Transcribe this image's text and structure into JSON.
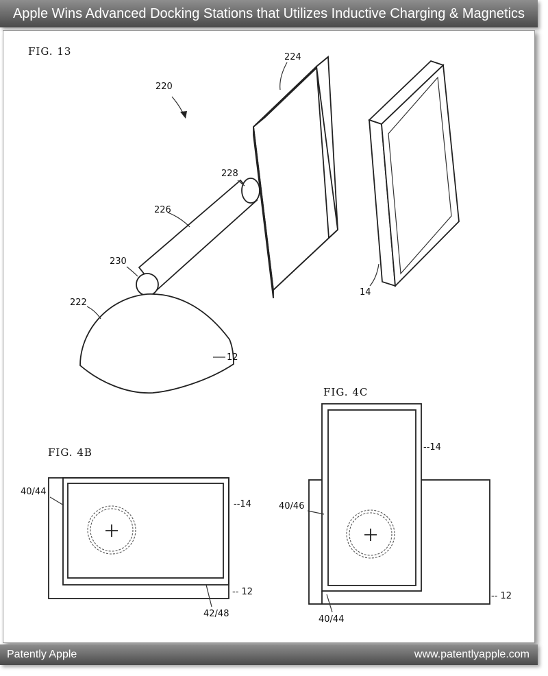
{
  "header": {
    "title": "Apple Wins Advanced Docking Stations that Utilizes Inductive Charging & Magnetics"
  },
  "footer": {
    "left": "Patently Apple",
    "right": "www.patentlyapple.com"
  },
  "fig13": {
    "title": "FIG. 13",
    "labels": {
      "l220": "220",
      "l224": "224",
      "l228": "228",
      "l226": "226",
      "l230": "230",
      "l222": "222",
      "l12": "12",
      "l14": "14"
    }
  },
  "fig4b": {
    "title": "FIG. 4B",
    "labels": {
      "l4044": "40/44",
      "l14": "--14",
      "l12": "-- 12",
      "l4248": "42/48"
    }
  },
  "fig4c": {
    "title": "FIG. 4C",
    "labels": {
      "l14": "--14",
      "l4046": "40/46",
      "l12": "-- 12",
      "l4044": "40/44"
    }
  },
  "colors": {
    "header_bg": "#6a6a6a",
    "line": "#222222"
  }
}
